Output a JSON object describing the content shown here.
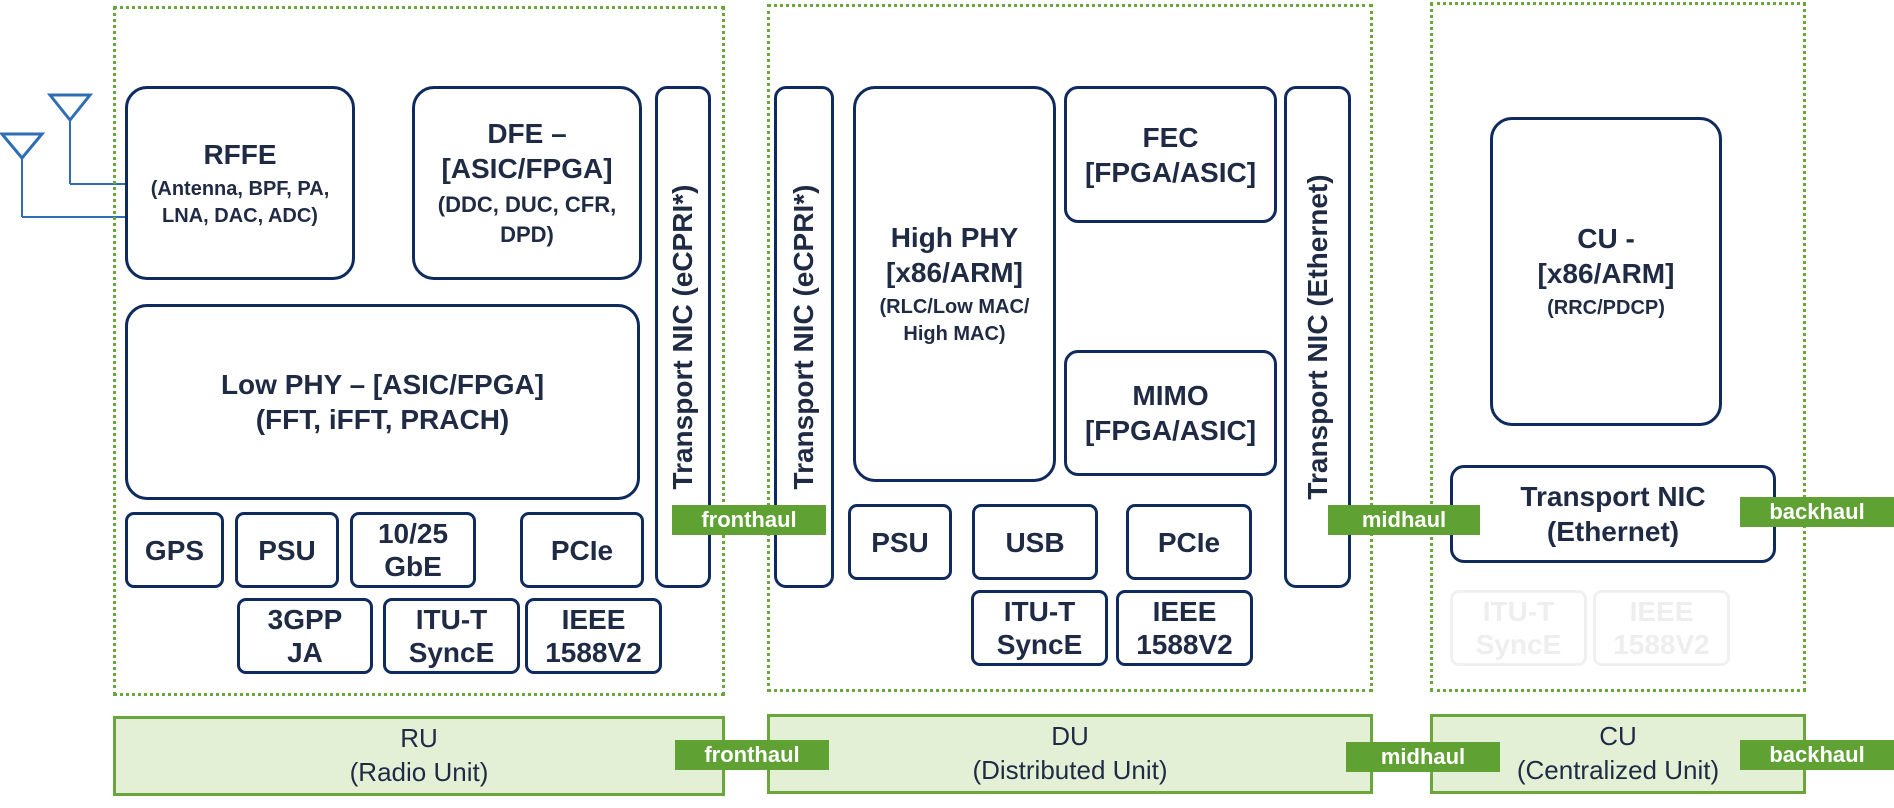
{
  "ru": {
    "rffe": {
      "title": "RFFE",
      "sub1": "(Antenna, BPF, PA,",
      "sub2": "LNA, DAC, ADC)"
    },
    "dfe": {
      "title1": "DFE –",
      "title2": "[ASIC/FPGA]",
      "sub1": "(DDC, DUC, CFR,",
      "sub2": "DPD)"
    },
    "lowphy": {
      "title1": "Low PHY – [ASIC/FPGA]",
      "title2": "(FFT, iFFT, PRACH)"
    },
    "transport": "Transport NIC (eCPRI*)",
    "gps": "GPS",
    "psu": "PSU",
    "gbe1": "10/25",
    "gbe2": "GbE",
    "pcie": "PCIe",
    "ja1": "3GPP",
    "ja2": "JA",
    "synce1": "ITU-T",
    "synce2": "SyncE",
    "ieee1": "IEEE",
    "ieee2": "1588V2"
  },
  "du": {
    "transport_left": "Transport NIC (eCPRI*)",
    "highphy": {
      "title1": "High PHY",
      "title2": "[x86/ARM]",
      "sub1": "(RLC/Low MAC/",
      "sub2": "High MAC)"
    },
    "fec": {
      "title1": "FEC",
      "title2": "[FPGA/ASIC]"
    },
    "mimo": {
      "title1": "MIMO",
      "title2": "[FPGA/ASIC]"
    },
    "transport_right": "Transport NIC (Ethernet)",
    "psu": "PSU",
    "usb": "USB",
    "pcie": "PCIe",
    "synce1": "ITU-T",
    "synce2": "SyncE",
    "ieee1": "IEEE",
    "ieee2": "1588V2"
  },
  "cu": {
    "cpu": {
      "title1": "CU -",
      "title2": "[x86/ARM]",
      "sub1": "(RRC/PDCP)"
    },
    "transport": {
      "title1": "Transport NIC",
      "title2": "(Ethernet)"
    },
    "synce1": "ITU-T",
    "synce2": "SyncE",
    "ieee1": "IEEE",
    "ieee2": "1588V2"
  },
  "units": {
    "ru": {
      "name": "RU",
      "full": "(Radio Unit)"
    },
    "du": {
      "name": "DU",
      "full": "(Distributed Unit)"
    },
    "cu": {
      "name": "CU",
      "full": "(Centralized Unit)"
    }
  },
  "tags": {
    "fronthaul": "fronthaul",
    "midhaul": "midhaul",
    "backhaul": "backhaul"
  },
  "colors": {
    "green": "#5fa133",
    "navy": "#0f2a5c",
    "unit_fill": "#e4f0d6"
  }
}
